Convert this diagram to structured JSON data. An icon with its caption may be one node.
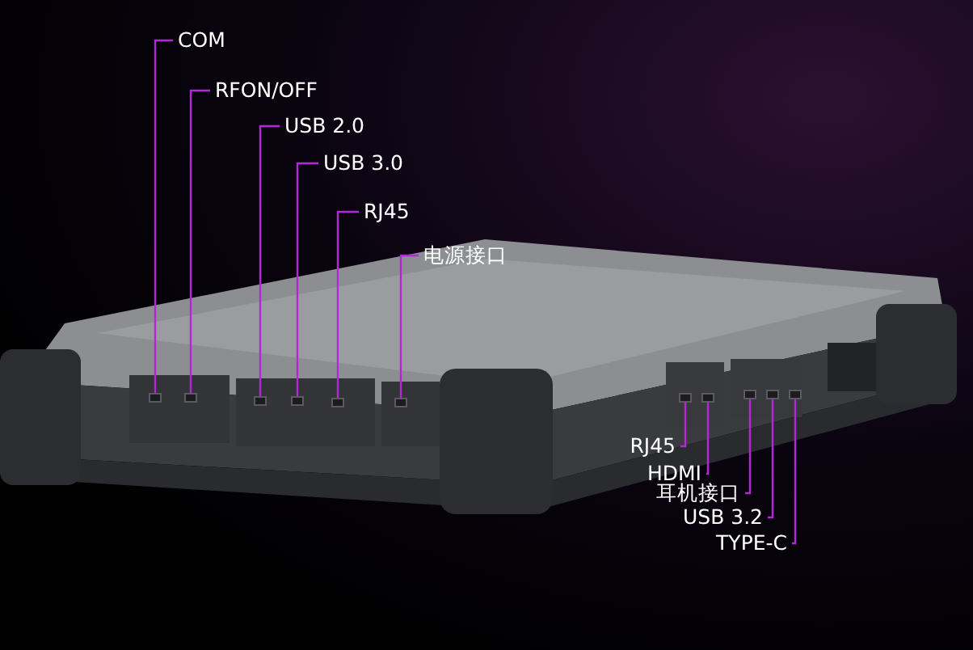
{
  "diagram": {
    "nodes": [
      {
        "text": [
          "COM"
        ]
      },
      {
        "text": [
          "RFON/OFF"
        ]
      },
      {
        "text": [
          "USB 2.0"
        ]
      },
      {
        "text": [
          "USB 3.0"
        ]
      },
      {
        "text": [
          "RJ45"
        ]
      },
      {
        "text": [
          "电源接口"
        ]
      },
      {
        "text": [
          "RJ45"
        ]
      },
      {
        "text": [
          "HDMI"
        ]
      },
      {
        "text": [
          "耳机接口"
        ]
      },
      {
        "text": [
          "USB 3.2"
        ]
      },
      {
        "text": [
          "TYPE-C"
        ]
      },
      {
        "text": [],
        "shape": "box"
      },
      {
        "text": [],
        "shape": "box"
      },
      {
        "text": [],
        "shape": "box"
      },
      {
        "text": [],
        "shape": "box"
      },
      {
        "text": [],
        "shape": "box"
      },
      {
        "text": [],
        "shape": "box"
      },
      {
        "text": [],
        "shape": "box"
      },
      {
        "text": [],
        "shape": "box"
      },
      {
        "text": [],
        "shape": "box"
      },
      {
        "text": [],
        "shape": "box"
      },
      {
        "text": [],
        "shape": "box"
      }
    ],
    "edges": [
      {
        "from": 0,
        "to": 11,
        "arrow": "none"
      },
      {
        "from": 1,
        "to": 12,
        "arrow": "none"
      },
      {
        "from": 2,
        "to": 13,
        "arrow": "none"
      },
      {
        "from": 3,
        "to": 14,
        "arrow": "none"
      },
      {
        "from": 4,
        "to": 15,
        "arrow": "none"
      },
      {
        "from": 5,
        "to": 16,
        "arrow": "none"
      },
      {
        "from": 6,
        "to": 17,
        "arrow": "none"
      },
      {
        "from": 7,
        "to": 18,
        "arrow": "none"
      },
      {
        "from": 8,
        "to": 19,
        "arrow": "none"
      },
      {
        "from": 9,
        "to": 20,
        "arrow": "none"
      },
      {
        "from": 10,
        "to": 21,
        "arrow": "none"
      }
    ]
  }
}
